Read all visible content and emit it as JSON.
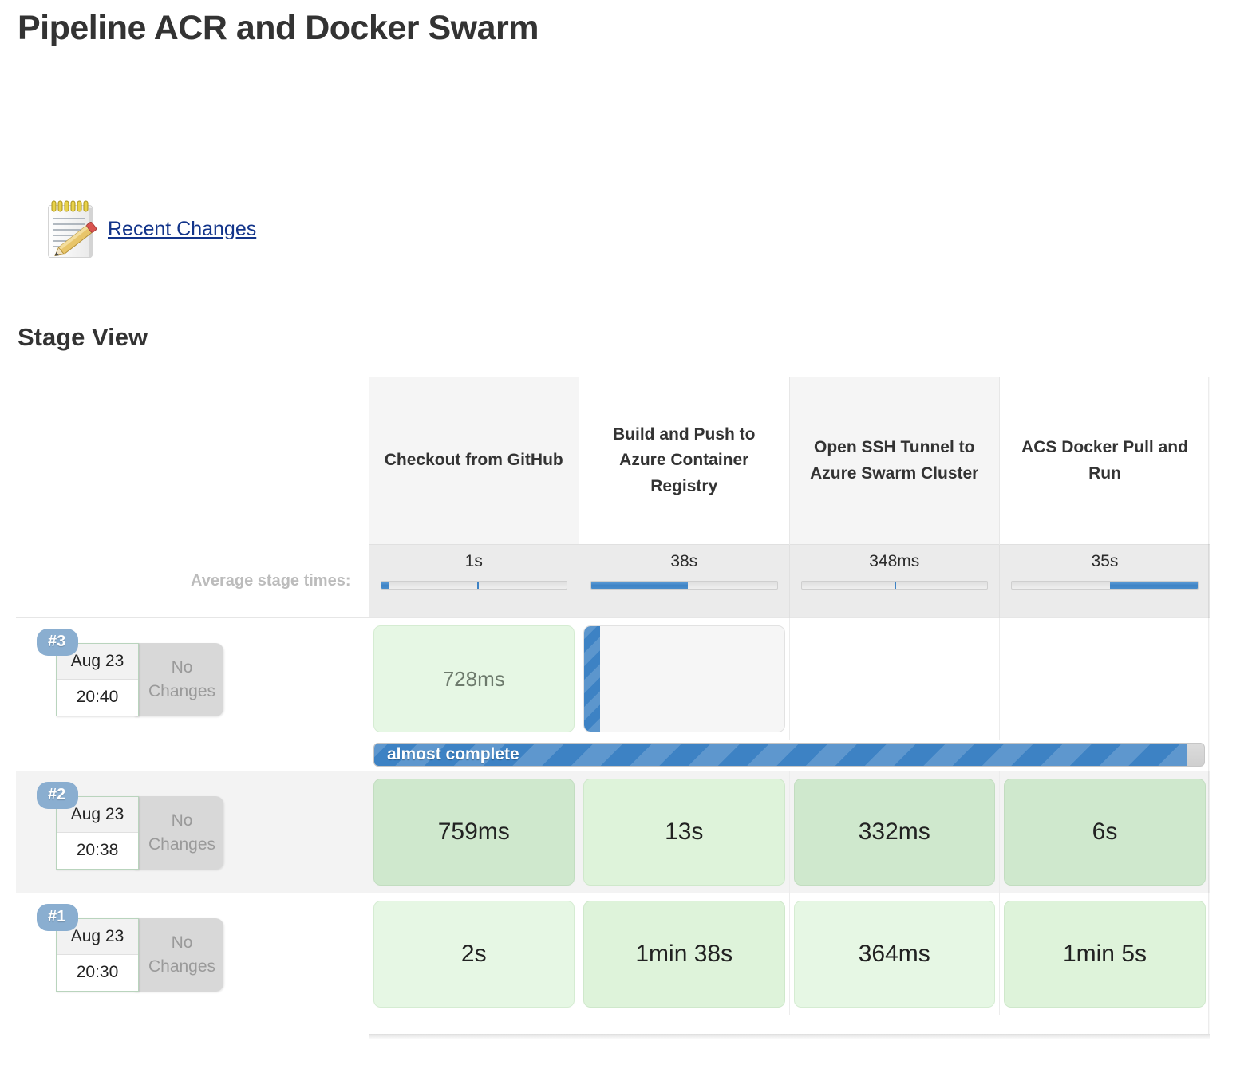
{
  "page": {
    "title": "Pipeline ACR and Docker Swarm",
    "stage_view_heading": "Stage View"
  },
  "recent_changes": {
    "icon": "notepad-pencil-icon",
    "label": "Recent Changes"
  },
  "stage_table": {
    "average_label": "Average stage times:",
    "stages": [
      {
        "name": "Checkout from GitHub",
        "average": "1s"
      },
      {
        "name": "Build and Push to Azure Container Registry",
        "average": "38s"
      },
      {
        "name": "Open SSH Tunnel to Azure Swarm Cluster",
        "average": "348ms"
      },
      {
        "name": "ACS Docker Pull and Run",
        "average": "35s"
      }
    ],
    "average_bars": [
      {
        "start_pct": 0,
        "fill_pct": 4,
        "tick_pct": 52
      },
      {
        "start_pct": 0,
        "fill_pct": 52,
        "tick_pct": null
      },
      {
        "start_pct": 0,
        "fill_pct": 0,
        "tick_pct": 50
      },
      {
        "start_pct": 53,
        "fill_pct": 47,
        "tick_pct": null
      }
    ],
    "runs": [
      {
        "build": "#3",
        "date": "Aug 23",
        "time": "20:40",
        "changes": "No Changes",
        "cells": [
          {
            "value": "728ms",
            "state": "success"
          },
          {
            "value": "",
            "state": "running"
          },
          {
            "value": "",
            "state": "pending"
          },
          {
            "value": "",
            "state": "pending"
          }
        ]
      },
      {
        "build": "#2",
        "date": "Aug 23",
        "time": "20:38",
        "changes": "No Changes",
        "cells": [
          {
            "value": "759ms",
            "state": "success"
          },
          {
            "value": "13s",
            "state": "success"
          },
          {
            "value": "332ms",
            "state": "success"
          },
          {
            "value": "6s",
            "state": "success"
          }
        ]
      },
      {
        "build": "#1",
        "date": "Aug 23",
        "time": "20:30",
        "changes": "No Changes",
        "cells": [
          {
            "value": "2s",
            "state": "success"
          },
          {
            "value": "1min 38s",
            "state": "success"
          },
          {
            "value": "364ms",
            "state": "success"
          },
          {
            "value": "1min 5s",
            "state": "success"
          }
        ]
      }
    ],
    "progress": {
      "label": "almost complete",
      "percent": 98
    }
  },
  "colors": {
    "accent_blue": "#3d82c4",
    "badge_blue": "#8aaed0",
    "success_green": "#cfe8cd",
    "link_blue": "#12348a"
  }
}
